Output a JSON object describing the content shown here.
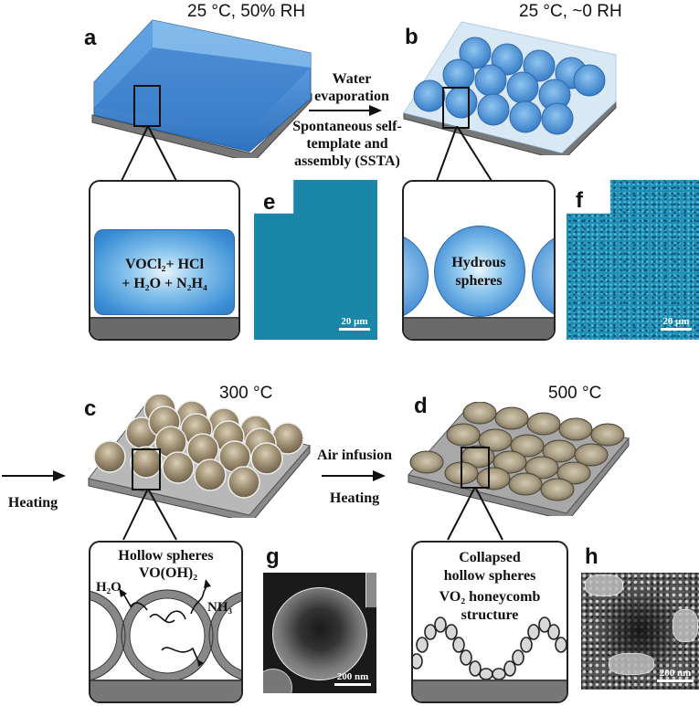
{
  "figure": {
    "panels": {
      "a": {
        "label": "a",
        "condition": "25 °C, 50% RH",
        "inset_text_line1": "VOCl₂+ HCl",
        "inset_text_line2": "+ H₂O + N₂H₄"
      },
      "b": {
        "label": "b",
        "condition": "25 °C, ~0 RH",
        "inset_text_line1": "Hydrous",
        "inset_text_line2": "spheres"
      },
      "c": {
        "label": "c",
        "condition": "300 °C",
        "inset_title_line1": "Hollow spheres",
        "inset_title_line2": "VO(OH)₂",
        "inset_left_label": "H₂O",
        "inset_right_label": "NH₃"
      },
      "d": {
        "label": "d",
        "condition": "500 °C",
        "inset_title_line1": "Collapsed",
        "inset_title_line2": "hollow spheres",
        "inset_title_line3": "VO₂ honeycomb",
        "inset_title_line4": "structure"
      },
      "e": {
        "label": "e",
        "scale_bar": "20 μm"
      },
      "f": {
        "label": "f",
        "scale_bar": "20 μm"
      },
      "g": {
        "label": "g",
        "scale_bar": "200 nm"
      },
      "h": {
        "label": "h",
        "scale_bar": "200 nm"
      }
    },
    "arrows": {
      "ab": {
        "above_line1": "Water",
        "above_line2": "evaporation",
        "below_line1": "Spontaneous self-",
        "below_line2": "template and",
        "below_line3": "assembly (SSTA)"
      },
      "to_c": {
        "below": "Heating"
      },
      "cd": {
        "above": "Air infusion",
        "below": "Heating"
      }
    },
    "colors": {
      "liquid_blue": "#3f86cc",
      "sphere_blue": "#4a90d0",
      "optical_teal": "#1a86a8",
      "hollow_brown": "#9a8a6a",
      "collapsed_tan": "#b0a58e",
      "substrate_gray": "#6a6a6a",
      "sem_dark": "#1a1a1a"
    }
  }
}
